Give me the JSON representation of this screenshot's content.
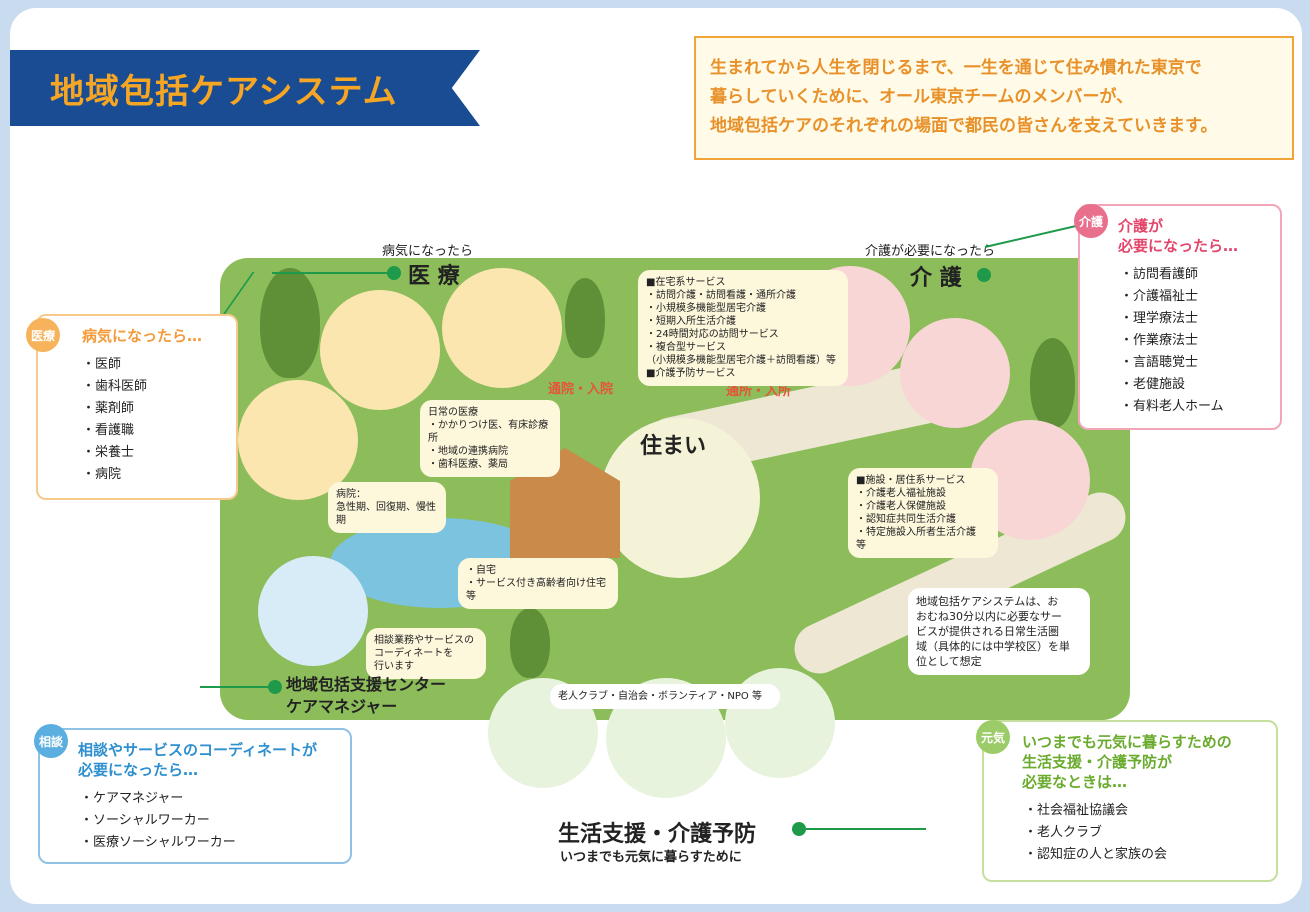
{
  "title": "地域包括ケアシステム",
  "intro": [
    "生まれてから人生を閉じるまで、一生を通じて住み慣れた東京で",
    "暮らしていくために、オール東京チームのメンバーが、",
    "地域包括ケアのそれぞれの場面で都民の皆さんを支えていきます。"
  ],
  "colors": {
    "navy": "#1a4c94",
    "orange": "#f0a43a",
    "medical": "#f39a3a",
    "care": "#e2466a",
    "consult": "#2d8fcf",
    "genki": "#7cbb3c",
    "park": "#8cbd5a",
    "line": "#1e9a4a"
  },
  "medical": {
    "tag": "医療",
    "head": "病気になったら…",
    "items": [
      "医師",
      "歯科医師",
      "薬剤師",
      "看護職",
      "栄養士",
      "病院"
    ],
    "caption": "病気になったら",
    "label": "医 療"
  },
  "care": {
    "tag": "介護",
    "head": [
      "介護が",
      "必要になったら…"
    ],
    "items": [
      "訪問看護師",
      "介護福祉士",
      "理学療法士",
      "作業療法士",
      "言語聴覚士",
      "老健施設",
      "有料老人ホーム"
    ],
    "caption": "介護が必要になったら",
    "label": "介 護"
  },
  "consult": {
    "tag": "相談",
    "head": [
      "相談やサービスのコーディネートが",
      "必要になったら…"
    ],
    "items": [
      "ケアマネジャー",
      "ソーシャルワーカー",
      "医療ソーシャルワーカー"
    ],
    "label": [
      "地域包括支援センター",
      "ケアマネジャー"
    ]
  },
  "genki": {
    "tag": "元気",
    "head": [
      "いつまでも元気に暮らすための",
      "生活支援・介護予防が",
      "必要なときは…"
    ],
    "items": [
      "社会福祉協議会",
      "老人クラブ",
      "認知症の人と家族の会"
    ],
    "label": "生活支援・介護予防",
    "sub": "いつまでも元気に暮らすために"
  },
  "center": "住まい",
  "arrows": {
    "medical": "通院・入院",
    "care": "通所・入所"
  },
  "notes": {
    "daily": [
      "日常の医療",
      "・かかりつけ医、有床診療所",
      "・地域の連携病院",
      "・歯科医療、薬局"
    ],
    "hospital": [
      "病院：",
      "急性期、回復期、慢性期"
    ],
    "home_services": [
      "■在宅系サービス",
      "・訪問介護・訪問看護・通所介護",
      "・小規模多機能型居宅介護",
      "・短期入所生活介護",
      "・24時間対応の訪問サービス",
      "・複合型サービス",
      "（小規模多機能型居宅介護＋訪問看護）等",
      "■介護予防サービス"
    ],
    "facility": [
      "■施設・居住系サービス",
      "・介護老人福祉施設",
      "・介護老人保健施設",
      "・認知症共同生活介護",
      "・特定施設入所者生活介護　等"
    ],
    "housing": [
      "・自宅",
      "・サービス付き高齢者向け住宅等"
    ],
    "consult": [
      "相談業務やサービスの",
      "コーディネートを",
      "行います"
    ],
    "clubs": "老人クラブ・自治会・ボランティア・NPO 等",
    "area": [
      "地域包括ケアシステムは、お",
      "おむね30分以内に必要なサー",
      "ビスが提供される日常生活圏",
      "域（具体的には中学校区）を単",
      "位として想定"
    ]
  }
}
